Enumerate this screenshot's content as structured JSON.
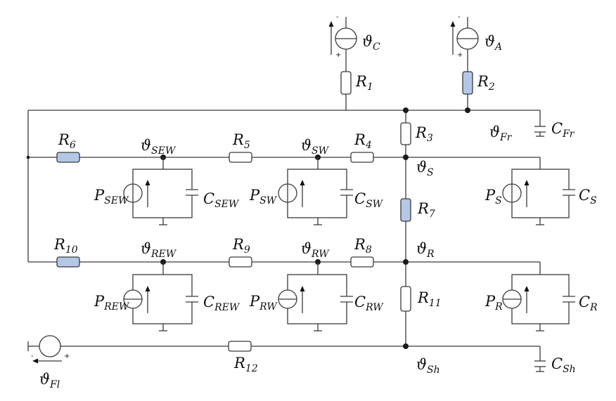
{
  "labels": {
    "theta_C": {
      "main": "ϑ",
      "sub": "C"
    },
    "theta_A": {
      "main": "ϑ",
      "sub": "A"
    },
    "R1": {
      "main": "R",
      "sub": "1"
    },
    "R2": {
      "main": "R",
      "sub": "2"
    },
    "R3": {
      "main": "R",
      "sub": "3"
    },
    "R4": {
      "main": "R",
      "sub": "4"
    },
    "R5": {
      "main": "R",
      "sub": "5"
    },
    "R6": {
      "main": "R",
      "sub": "6"
    },
    "R7": {
      "main": "R",
      "sub": "7"
    },
    "R8": {
      "main": "R",
      "sub": "8"
    },
    "R9": {
      "main": "R",
      "sub": "9"
    },
    "R10": {
      "main": "R",
      "sub": "10"
    },
    "R11": {
      "main": "R",
      "sub": "11"
    },
    "R12": {
      "main": "R",
      "sub": "12"
    },
    "theta_Fr": {
      "main": "ϑ",
      "sub": "Fr"
    },
    "C_Fr": {
      "main": "C",
      "sub": "Fr"
    },
    "theta_SEW": {
      "main": "ϑ",
      "sub": "SEW"
    },
    "theta_SW": {
      "main": "ϑ",
      "sub": "SW"
    },
    "theta_S": {
      "main": "ϑ",
      "sub": "S"
    },
    "P_SEW": {
      "main": "P",
      "sub": "SEW"
    },
    "C_SEW": {
      "main": "C",
      "sub": "SEW"
    },
    "P_SW": {
      "main": "P",
      "sub": "SW"
    },
    "C_SW": {
      "main": "C",
      "sub": "SW"
    },
    "P_S": {
      "main": "P",
      "sub": "S"
    },
    "C_S": {
      "main": "C",
      "sub": "S"
    },
    "theta_REW": {
      "main": "ϑ",
      "sub": "REW"
    },
    "theta_RW": {
      "main": "ϑ",
      "sub": "RW"
    },
    "theta_R": {
      "main": "ϑ",
      "sub": "R"
    },
    "P_REW": {
      "main": "P",
      "sub": "REW"
    },
    "C_REW": {
      "main": "C",
      "sub": "REW"
    },
    "P_RW": {
      "main": "P",
      "sub": "RW"
    },
    "C_RW": {
      "main": "C",
      "sub": "RW"
    },
    "P_R": {
      "main": "P",
      "sub": "R"
    },
    "C_R": {
      "main": "C",
      "sub": "R"
    },
    "theta_Fl": {
      "main": "ϑ",
      "sub": "Fl"
    },
    "theta_Sh": {
      "main": "ϑ",
      "sub": "Sh"
    },
    "C_Sh": {
      "main": "C",
      "sub": "Sh"
    }
  },
  "polarity": {
    "minus": "-",
    "plus": "+"
  }
}
